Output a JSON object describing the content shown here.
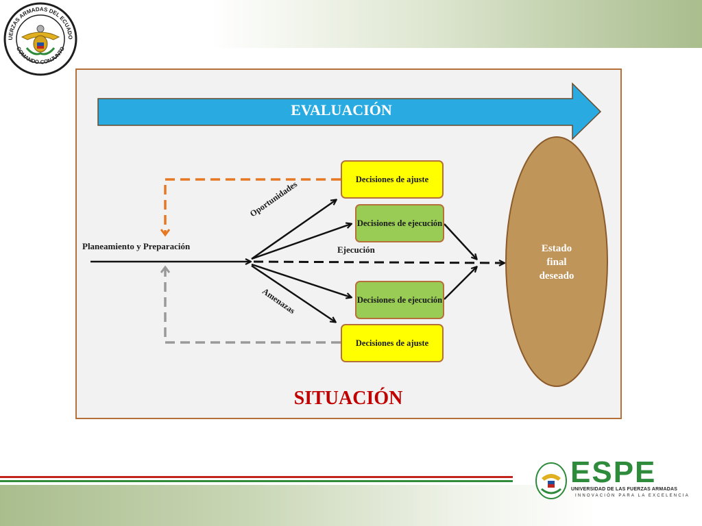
{
  "header": {
    "seal_text_top": "FUERZAS ARMADAS DEL ECUADOR",
    "seal_text_bottom": "COMANDO CONJUNTO"
  },
  "diagram": {
    "evaluation_label": "EVALUACIÓN",
    "situation_label": "SITUACIÓN",
    "planning_label": "Planeamiento y Preparación",
    "opportunities_label": "Oportunidades",
    "threats_label": "Amenazas",
    "execution_label": "Ejecución",
    "adjust_top": "Decisiones de ajuste",
    "exec_top": "Decisiones de ejecución",
    "exec_bottom": "Decisiones de ejecución",
    "adjust_bottom": "Decisiones de ajuste",
    "end_state": "Estado final deseado"
  },
  "footer": {
    "logo_word": "ESPE",
    "university": "UNIVERSIDAD DE LAS FUERZAS ARMADAS",
    "motto": "INNOVACIÓN PARA LA EXCELENCIA"
  },
  "colors": {
    "frame_border": "#b5703a",
    "arrow_blue": "#29abe2",
    "situation_red": "#c00000",
    "adjust_box": "#ffff00",
    "exec_box": "#99cc55",
    "end_state": "#c0955a",
    "orange_dash": "#e87722",
    "grey_dash": "#999999"
  }
}
